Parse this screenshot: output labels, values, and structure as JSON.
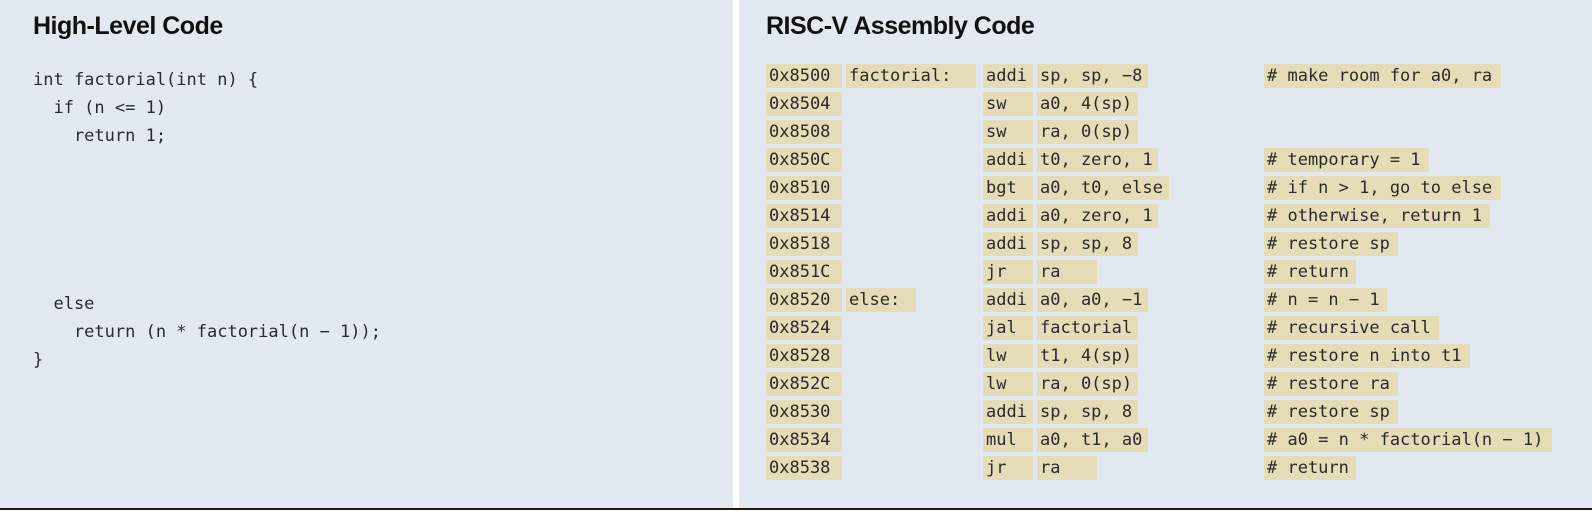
{
  "left": {
    "heading": "High-Level Code",
    "code_lines": [
      "int factorial(int n) {",
      "  if (n <= 1)",
      "    return 1;",
      "",
      "",
      "",
      "",
      "",
      "  else",
      "    return (n * factorial(n − 1));",
      "}"
    ]
  },
  "right": {
    "heading": "RISC-V Assembly Code",
    "rows": [
      {
        "addr": "0x8500",
        "label": "factorial:",
        "op": "addi",
        "args": "sp, sp, −8",
        "comment": "# make room for a0, ra"
      },
      {
        "addr": "0x8504",
        "label": "",
        "op": "sw",
        "args": "a0, 4(sp)",
        "comment": ""
      },
      {
        "addr": "0x8508",
        "label": "",
        "op": "sw",
        "args": "ra, 0(sp)",
        "comment": ""
      },
      {
        "addr": "0x850C",
        "label": "",
        "op": "addi",
        "args": "t0, zero, 1",
        "comment": "# temporary = 1"
      },
      {
        "addr": "0x8510",
        "label": "",
        "op": "bgt",
        "args": "a0, t0, else",
        "comment": "# if n > 1, go to else"
      },
      {
        "addr": "0x8514",
        "label": "",
        "op": "addi",
        "args": "a0, zero, 1",
        "comment": "# otherwise, return 1"
      },
      {
        "addr": "0x8518",
        "label": "",
        "op": "addi",
        "args": "sp, sp, 8",
        "comment": "# restore sp"
      },
      {
        "addr": "0x851C",
        "label": "",
        "op": "jr",
        "args": "ra",
        "comment": "# return"
      },
      {
        "addr": "0x8520",
        "label": "else:",
        "op": "addi",
        "args": "a0, a0, −1",
        "comment": "# n = n − 1"
      },
      {
        "addr": "0x8524",
        "label": "",
        "op": "jal",
        "args": "factorial",
        "comment": "# recursive call"
      },
      {
        "addr": "0x8528",
        "label": "",
        "op": "lw",
        "args": "t1, 4(sp)",
        "comment": "# restore n into t1"
      },
      {
        "addr": "0x852C",
        "label": "",
        "op": "lw",
        "args": "ra, 0(sp)",
        "comment": "# restore ra"
      },
      {
        "addr": "0x8530",
        "label": "",
        "op": "addi",
        "args": "sp, sp, 8",
        "comment": "# restore sp"
      },
      {
        "addr": "0x8534",
        "label": "",
        "op": "mul",
        "args": "a0, t1, a0",
        "comment": "# a0 = n * factorial(n − 1)"
      },
      {
        "addr": "0x8538",
        "label": "",
        "op": "jr",
        "args": "ra",
        "comment": "# return"
      }
    ]
  },
  "colors": {
    "panel_bg": "#e3e9f1",
    "highlight": "#e6dcb8",
    "text": "#2a2a2a"
  }
}
